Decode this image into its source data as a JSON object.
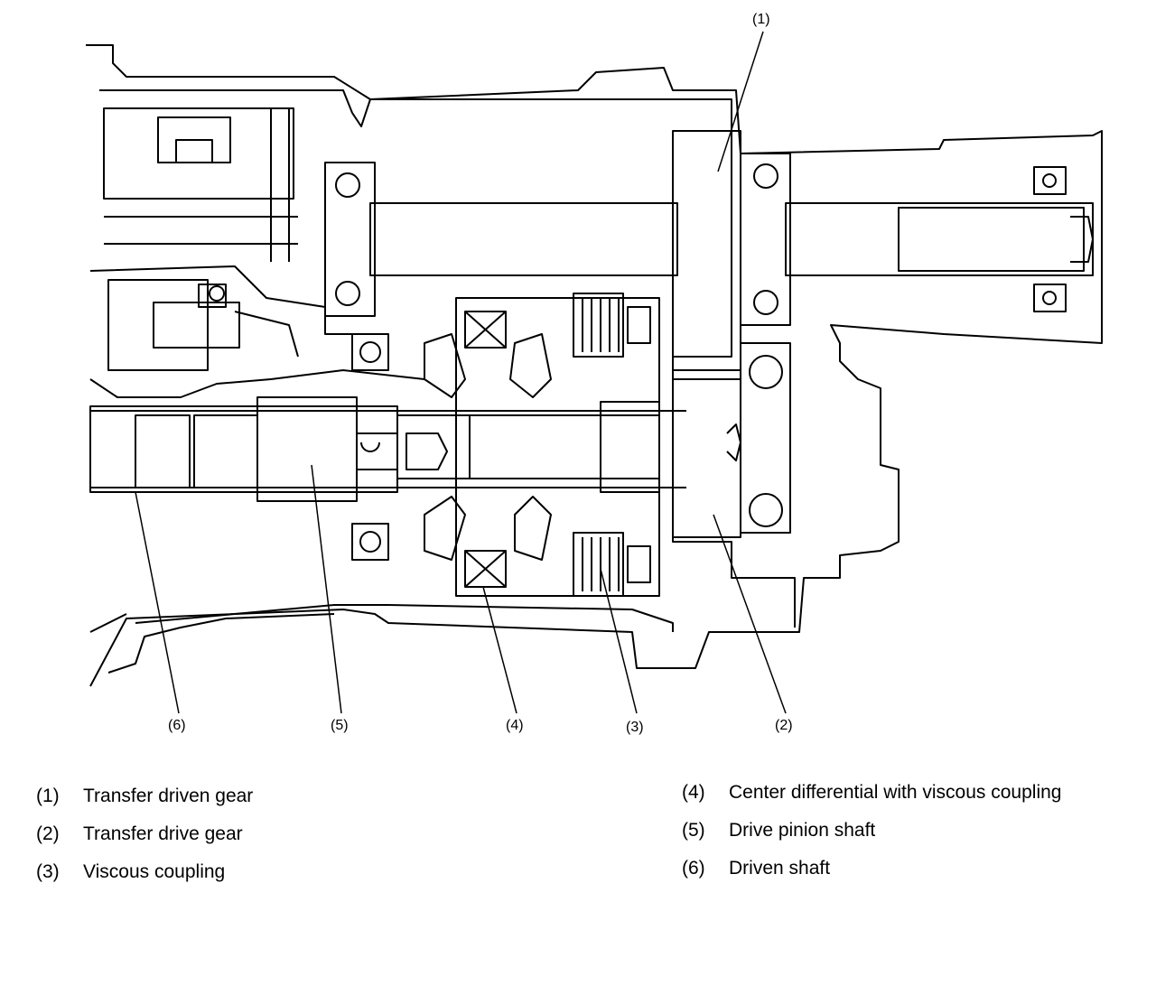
{
  "callouts": {
    "c1": "(1)",
    "c2": "(2)",
    "c3": "(3)",
    "c4": "(4)",
    "c5": "(5)",
    "c6": "(6)"
  },
  "legend": [
    {
      "num": "(1)",
      "text": "Transfer driven gear"
    },
    {
      "num": "(2)",
      "text": "Transfer drive gear"
    },
    {
      "num": "(3)",
      "text": "Viscous coupling"
    },
    {
      "num": "(4)",
      "text": "Center differential with viscous coupling"
    },
    {
      "num": "(5)",
      "text": "Drive pinion shaft"
    },
    {
      "num": "(6)",
      "text": "Driven shaft"
    }
  ],
  "colors": {
    "ink": "#000000",
    "background": "#ffffff"
  }
}
